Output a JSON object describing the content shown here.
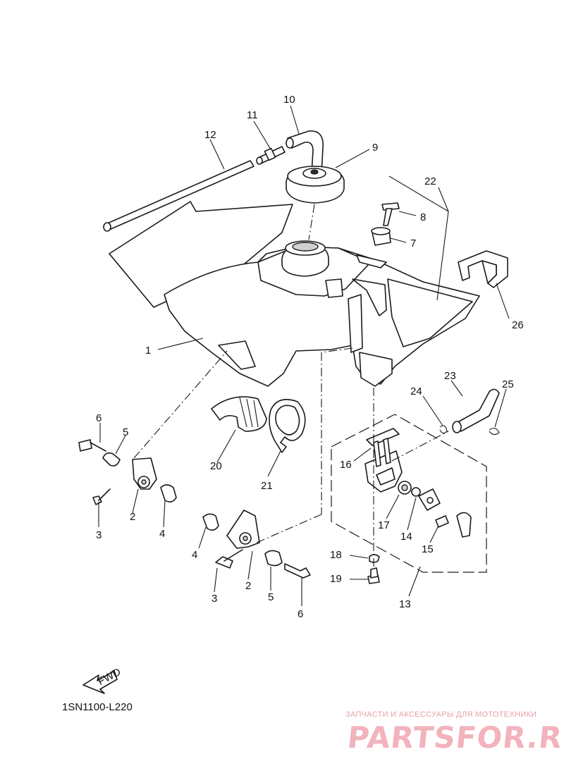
{
  "diagram": {
    "code": "1SN1100-L220",
    "fwd_label": "FWD",
    "callouts": [
      "1",
      "2",
      "2",
      "3",
      "3",
      "4",
      "4",
      "5",
      "5",
      "6",
      "6",
      "7",
      "8",
      "9",
      "10",
      "11",
      "12",
      "13",
      "14",
      "15",
      "16",
      "17",
      "18",
      "19",
      "20",
      "21",
      "22",
      "23",
      "24",
      "25",
      "26"
    ]
  },
  "watermark": {
    "caption": "ЗАПЧАСТИ И АКСЕССУАРЫ ДЛЯ МОТОТЕХНИКИ",
    "logo": "PARTSFOR.RU"
  },
  "colors": {
    "line": "#1a1a1a",
    "watermark": "#f2b3bd"
  }
}
